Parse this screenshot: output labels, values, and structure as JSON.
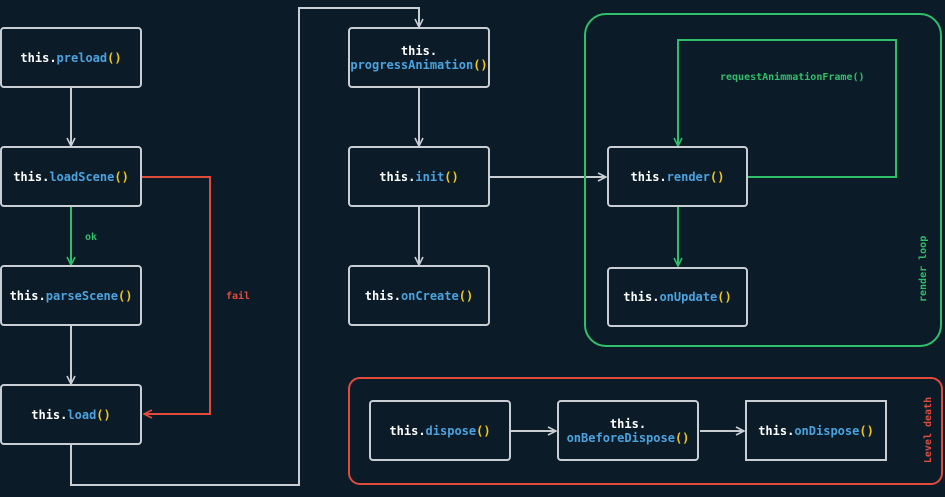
{
  "colors": {
    "background": "#0b1b28",
    "box_border": "#c9ced4",
    "arrow_default": "#c9ced4",
    "ok": "#2fbf6a",
    "fail": "#e04b3c",
    "keyword": "#ffffff",
    "method": "#4aa3df",
    "parens": "#f5c518"
  },
  "nodes": {
    "preload": {
      "obj": "this",
      "dot": ".",
      "method": "preload",
      "parens": "()"
    },
    "loadScene": {
      "obj": "this",
      "dot": ".",
      "method": "loadScene",
      "parens": "()"
    },
    "parseScene": {
      "obj": "this",
      "dot": ".",
      "method": "parseScene",
      "parens": "()"
    },
    "load": {
      "obj": "this",
      "dot": ".",
      "method": "load",
      "parens": "()"
    },
    "progressAnimation": {
      "obj": "this",
      "dot": ".",
      "method": "progressAnimation",
      "parens": "()"
    },
    "init": {
      "obj": "this",
      "dot": ".",
      "method": "init",
      "parens": "()"
    },
    "onCreate": {
      "obj": "this",
      "dot": ".",
      "method": "onCreate",
      "parens": "()"
    },
    "render": {
      "obj": "this",
      "dot": ".",
      "method": "render",
      "parens": "()"
    },
    "onUpdate": {
      "obj": "this",
      "dot": ".",
      "method": "onUpdate",
      "parens": "()"
    },
    "dispose": {
      "obj": "this",
      "dot": ".",
      "method": "dispose",
      "parens": "()"
    },
    "onBeforeDispose": {
      "obj": "this",
      "dot": ".",
      "method": "onBeforeDispose",
      "parens": "()"
    },
    "onDispose": {
      "obj": "this",
      "dot": ".",
      "method": "onDispose",
      "parens": "()"
    }
  },
  "edge_labels": {
    "ok": "ok",
    "fail": "fail",
    "raf": "requestAnimmationFrame()"
  },
  "groups": {
    "render_loop": {
      "label": "render loop",
      "color": "#2fbf6a"
    },
    "level_death": {
      "label": "Level death",
      "color": "#e04b3c"
    }
  }
}
